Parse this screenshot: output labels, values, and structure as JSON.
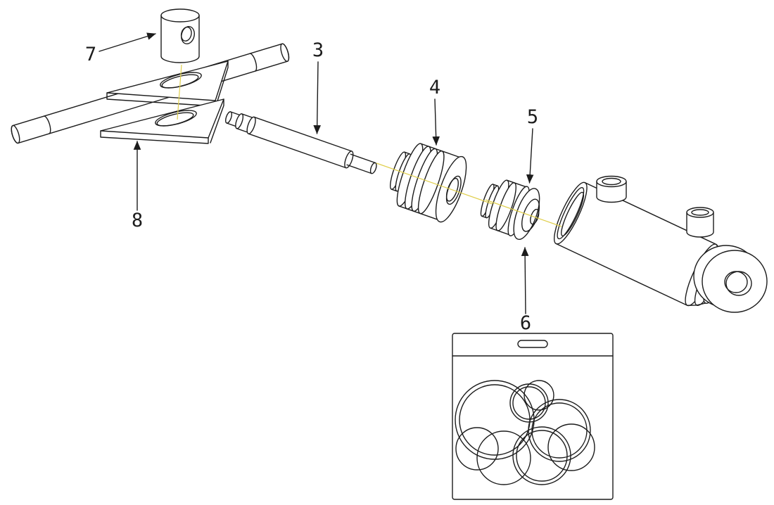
{
  "diagram": {
    "labels": {
      "part3": "3",
      "part4": "4",
      "part5": "5",
      "part6": "6",
      "part7": "7",
      "part8": "8"
    },
    "colors": {
      "stroke": "#1c1c1c",
      "centerline": "#e0cf4e",
      "background": "#ffffff"
    }
  }
}
